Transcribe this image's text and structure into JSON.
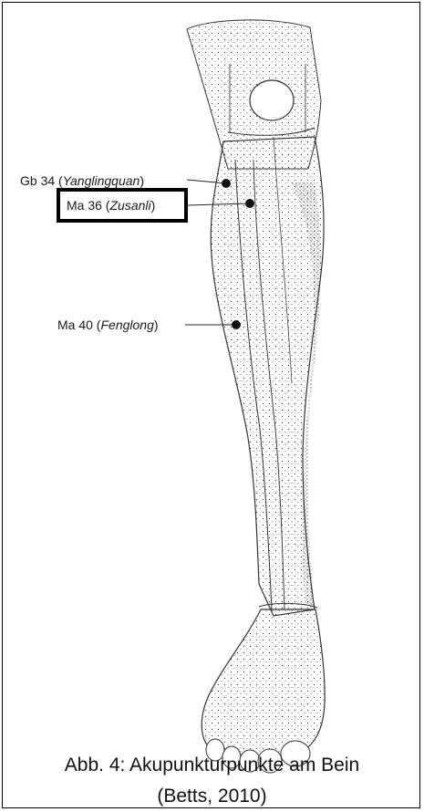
{
  "points": [
    {
      "code": "Gb 34",
      "name": "Yanglingquan"
    },
    {
      "code": "Ma 36",
      "name": "Zusanli"
    },
    {
      "code": "Ma 40",
      "name": "Fenglong"
    }
  ],
  "caption": {
    "line1": "Abb. 4: Akupunkturpunkte am Bein",
    "line2": "(Betts, 2010)"
  },
  "colors": {
    "ink": "#1a1a1a",
    "point": "#111111",
    "highlight": "#000000"
  }
}
